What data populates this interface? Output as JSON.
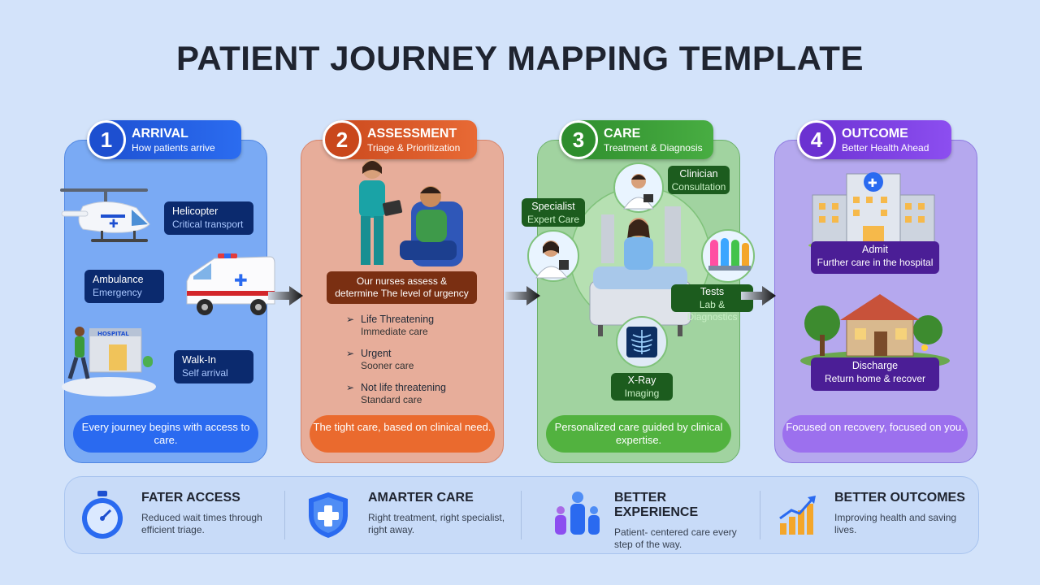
{
  "title": "PATIENT JOURNEY MAPPING TEMPLATE",
  "stages": [
    {
      "number": "1",
      "title": "ARRIVAL",
      "subtitle": "How patients arrive",
      "summary": "Every journey begins with access to care.",
      "modes": [
        {
          "label": "Helicopter",
          "sub": "Critical transport"
        },
        {
          "label": "Ambulance",
          "sub": "Emergency"
        },
        {
          "label": "Walk-In",
          "sub": "Self arrival"
        }
      ],
      "building_sign": "HOSPITAL"
    },
    {
      "number": "2",
      "title": "ASSESSMENT",
      "subtitle": "Triage & Prioritization",
      "note": "Our nurses assess & determine The level of urgency",
      "levels": [
        {
          "label": "Life Threatening",
          "sub": "Immediate care"
        },
        {
          "label": "Urgent",
          "sub": "Sooner care"
        },
        {
          "label": "Not life threatening",
          "sub": "Standard care"
        }
      ],
      "summary": "The tight care, based on clinical need."
    },
    {
      "number": "3",
      "title": "CARE",
      "subtitle": "Treatment & Diagnosis",
      "nodes": [
        {
          "label": "Clinician",
          "sub": "Consultation"
        },
        {
          "label": "Specialist",
          "sub": "Expert Care"
        },
        {
          "label": "Tests",
          "sub": "Lab & Diagnostics"
        },
        {
          "label": "X-Ray",
          "sub": "Imaging"
        }
      ],
      "summary": "Personalized care guided by clinical expertise."
    },
    {
      "number": "4",
      "title": "OUTCOME",
      "subtitle": "Better Health Ahead",
      "results": [
        {
          "label": "Admit",
          "sub": "Further care in the hospital"
        },
        {
          "label": "Discharge",
          "sub": "Return home & recover"
        }
      ],
      "summary": "Focused on recovery, focused on you."
    }
  ],
  "benefits": [
    {
      "title": "FATER ACCESS",
      "text": "Reduced wait times through efficient triage.",
      "icon": "stopwatch-icon"
    },
    {
      "title": "AMARTER CARE",
      "text": "Right treatment, right specialist, right away.",
      "icon": "shield-cross-icon"
    },
    {
      "title": "BETTER EXPERIENCE",
      "text": "Patient- centered care every step of the way.",
      "icon": "family-icon"
    },
    {
      "title": "BETTER OUTCOMES",
      "text": "Improving health and saving lives.",
      "icon": "growth-chart-icon"
    }
  ],
  "colors": {
    "arrival": "#2a6af0",
    "assessment": "#ea6a2e",
    "care": "#52b23f",
    "outcome": "#9c70ee"
  }
}
